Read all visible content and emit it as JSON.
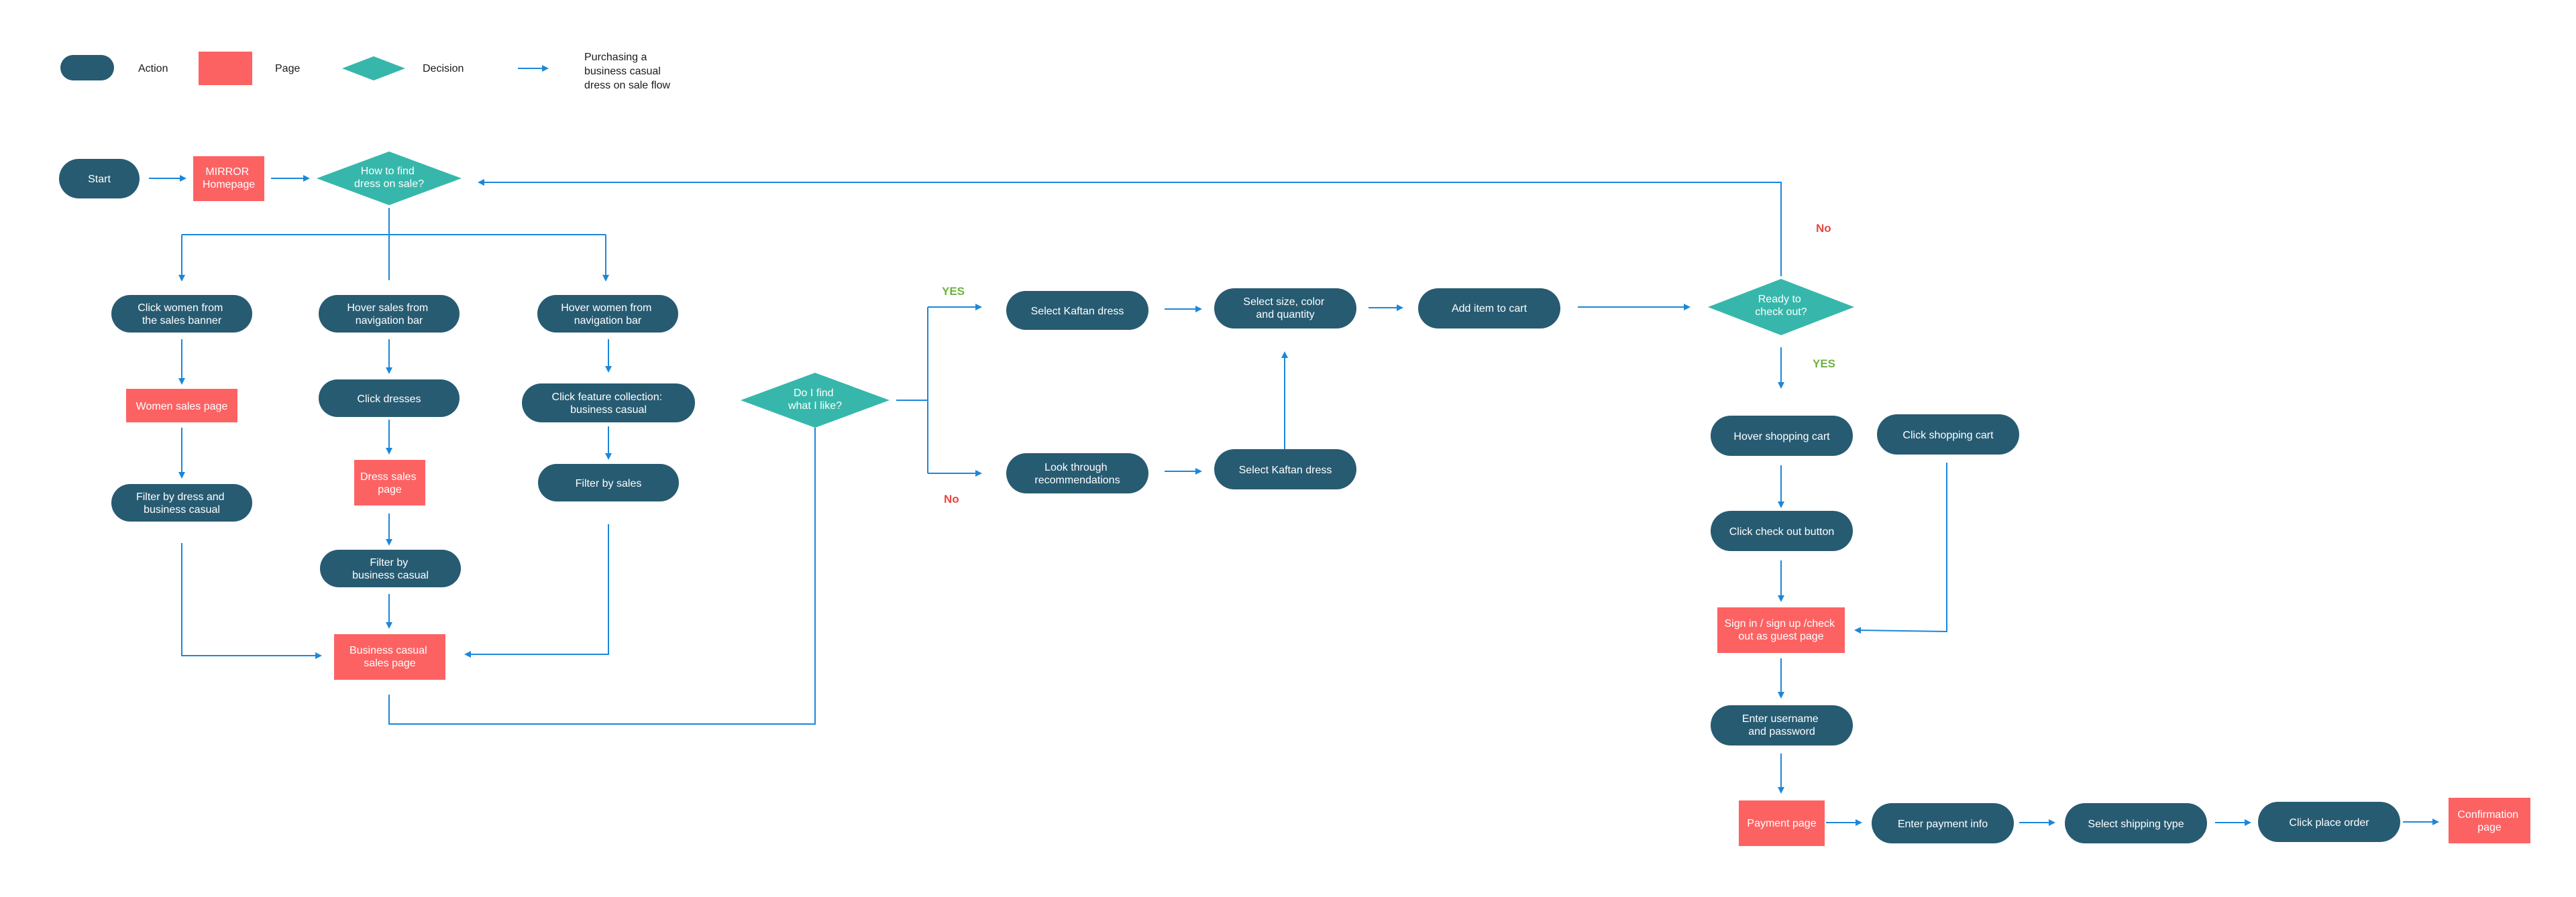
{
  "colors": {
    "action": "#275b72",
    "page": "#fd6263",
    "decision": "#37b7ab",
    "arrow": "#1c87d9",
    "yes": "#6db33f",
    "no": "#e8473f"
  },
  "legend": {
    "action_label": "Action",
    "page_label": "Page",
    "decision_label": "Decision",
    "flow_label_lines": [
      "Purchasing a",
      "business casual",
      "dress on sale flow"
    ]
  },
  "nodes": {
    "start": {
      "lines": [
        "Start"
      ]
    },
    "mirror_homepage": {
      "lines": [
        "MIRROR",
        "Homepage"
      ]
    },
    "how_to_find": {
      "lines": [
        "How to find",
        "dress on sale?"
      ]
    },
    "click_women_banner": {
      "lines": [
        "Click women from",
        "the sales banner"
      ]
    },
    "hover_sales_nav": {
      "lines": [
        "Hover sales from",
        "navigation bar"
      ]
    },
    "hover_women_nav": {
      "lines": [
        "Hover women from",
        "navigation bar"
      ]
    },
    "women_sales_page": {
      "lines": [
        "Women sales page"
      ]
    },
    "click_dresses": {
      "lines": [
        "Click dresses"
      ]
    },
    "click_feature_collection": {
      "lines": [
        "Click feature collection:",
        "business casual"
      ]
    },
    "filter_dress_business": {
      "lines": [
        "Filter by dress and",
        "business casual"
      ]
    },
    "dress_sales_page": {
      "lines": [
        "Dress sales",
        "page"
      ]
    },
    "filter_by_sales": {
      "lines": [
        "Filter by sales"
      ]
    },
    "filter_business_casual": {
      "lines": [
        "Filter by",
        "business casual"
      ]
    },
    "business_casual_sales_page": {
      "lines": [
        "Business casual",
        "sales page"
      ]
    },
    "do_i_find": {
      "lines": [
        "Do I find",
        "what I like?"
      ]
    },
    "select_kaftan_top": {
      "lines": [
        "Select Kaftan dress"
      ]
    },
    "look_through": {
      "lines": [
        "Look through",
        "recommendations"
      ]
    },
    "select_kaftan_bottom": {
      "lines": [
        "Select Kaftan dress"
      ]
    },
    "select_size": {
      "lines": [
        "Select size, color",
        "and quantity"
      ]
    },
    "add_to_cart": {
      "lines": [
        "Add item to cart"
      ]
    },
    "ready_to_checkout": {
      "lines": [
        "Ready to",
        "check out?"
      ]
    },
    "hover_shopping_cart": {
      "lines": [
        "Hover shopping cart"
      ]
    },
    "click_shopping_cart": {
      "lines": [
        "Click shopping cart"
      ]
    },
    "click_checkout_button": {
      "lines": [
        "Click check out button"
      ]
    },
    "sign_in_page": {
      "lines": [
        "Sign in / sign up /check",
        "out as guest page"
      ]
    },
    "enter_username": {
      "lines": [
        "Enter username",
        "and password"
      ]
    },
    "payment_page": {
      "lines": [
        "Payment page"
      ]
    },
    "enter_payment_info": {
      "lines": [
        "Enter payment info"
      ]
    },
    "select_shipping": {
      "lines": [
        "Select shipping type"
      ]
    },
    "click_place_order": {
      "lines": [
        "Click place order"
      ]
    },
    "confirmation_page": {
      "lines": [
        "Confirmation",
        "page"
      ]
    }
  },
  "edge_labels": {
    "do_i_find_yes": "YES",
    "do_i_find_no": "No",
    "ready_no": "No",
    "ready_yes": "YES"
  }
}
